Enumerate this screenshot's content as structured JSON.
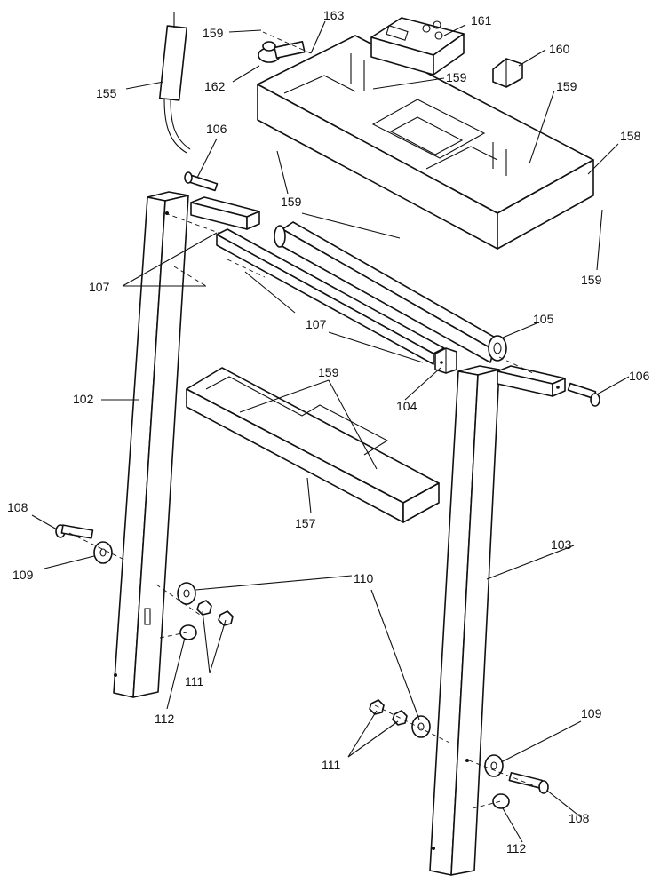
{
  "diagram": {
    "callouts": [
      {
        "id": "c159a",
        "text": "159"
      },
      {
        "id": "c163",
        "text": "163"
      },
      {
        "id": "c161",
        "text": "161"
      },
      {
        "id": "c160",
        "text": "160"
      },
      {
        "id": "c159b",
        "text": "159"
      },
      {
        "id": "c159c",
        "text": "159"
      },
      {
        "id": "c158",
        "text": "158"
      },
      {
        "id": "c162",
        "text": "162"
      },
      {
        "id": "c155",
        "text": "155"
      },
      {
        "id": "c106a",
        "text": "106"
      },
      {
        "id": "c159d",
        "text": "159"
      },
      {
        "id": "c159e",
        "text": "159"
      },
      {
        "id": "c107a",
        "text": "107"
      },
      {
        "id": "c107b",
        "text": "107"
      },
      {
        "id": "c105",
        "text": "105"
      },
      {
        "id": "c106b",
        "text": "106"
      },
      {
        "id": "c104",
        "text": "104"
      },
      {
        "id": "c102",
        "text": "102"
      },
      {
        "id": "c159f",
        "text": "159"
      },
      {
        "id": "c157",
        "text": "157"
      },
      {
        "id": "c108a",
        "text": "108"
      },
      {
        "id": "c109a",
        "text": "109"
      },
      {
        "id": "c103",
        "text": "103"
      },
      {
        "id": "c110",
        "text": "110"
      },
      {
        "id": "c111a",
        "text": "111"
      },
      {
        "id": "c112a",
        "text": "112"
      },
      {
        "id": "c109b",
        "text": "109"
      },
      {
        "id": "c111b",
        "text": "111"
      },
      {
        "id": "c108b",
        "text": "108"
      },
      {
        "id": "c112b",
        "text": "112"
      }
    ]
  }
}
